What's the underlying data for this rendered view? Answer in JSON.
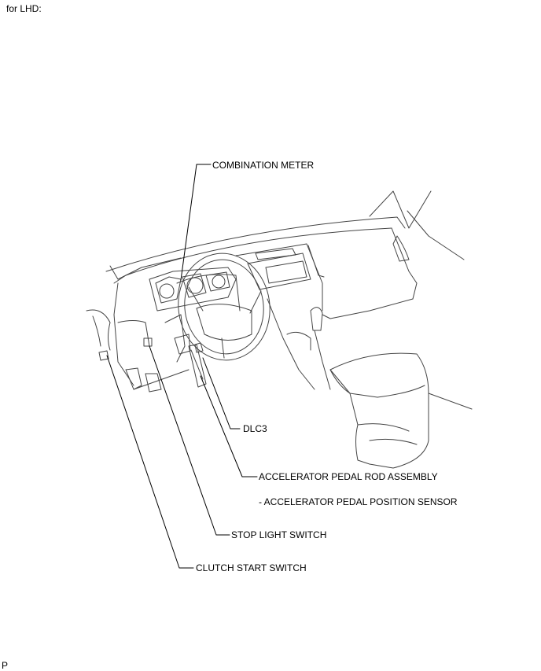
{
  "header": {
    "text": "for LHD:"
  },
  "footer": {
    "code": "P"
  },
  "labels": {
    "combination_meter": "COMBINATION METER",
    "dlc3": "DLC3",
    "accelerator_pedal_rod_assembly": "ACCELERATOR PEDAL ROD ASSEMBLY",
    "accelerator_pedal_position_sensor": "- ACCELERATOR PEDAL POSITION SENSOR",
    "stop_light_switch": "STOP LIGHT SWITCH",
    "clutch_start_switch": "CLUTCH START SWITCH"
  }
}
